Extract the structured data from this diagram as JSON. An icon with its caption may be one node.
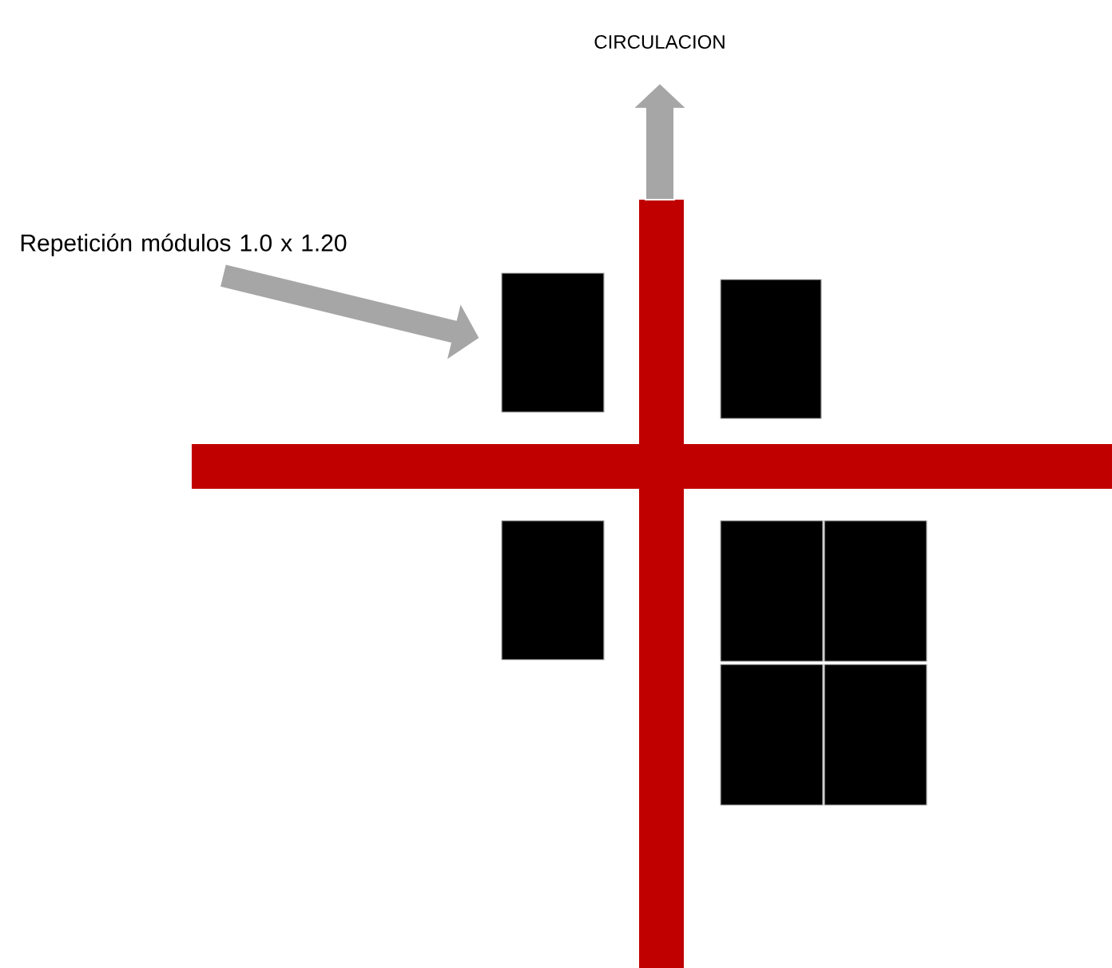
{
  "diagram": {
    "nodes": [
      {
        "text": [
          "Repetición módulos 1.0 x 1.20"
        ]
      },
      {
        "text": [],
        "shape": "box"
      },
      {
        "text": [],
        "shape": "box"
      },
      {
        "text": [],
        "shape": "box"
      },
      {
        "text": [],
        "shape": "box"
      },
      {
        "text": [],
        "shape": "box"
      },
      {
        "text": [],
        "shape": "box"
      },
      {
        "text": [],
        "shape": "box"
      }
    ],
    "edges": [
      {
        "from": 0,
        "to": 1,
        "arrow": "to"
      }
    ],
    "labels": [
      "CIRCULACION"
    ]
  }
}
